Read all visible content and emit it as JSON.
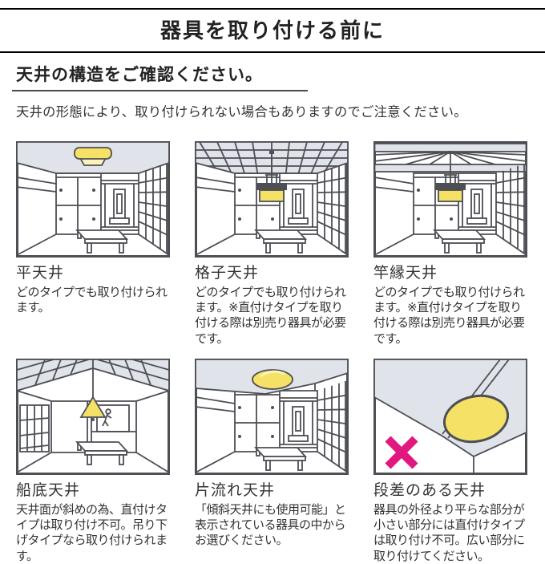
{
  "header": {
    "title": "器具を取り付ける前に"
  },
  "intro": {
    "subtitle": "天井の構造をご確認ください。",
    "note": "天井の形態により、取り付けられない場合もありますのでご注意ください。"
  },
  "panels": [
    {
      "id": "flat",
      "title": "平天井",
      "description": "どのタイプでも取り付けられます。"
    },
    {
      "id": "coffered",
      "title": "格子天井",
      "description": "どのタイプでも取り付けられます。※直付けタイプを取り付ける際は別売り器具が必要です。"
    },
    {
      "id": "saobuchi",
      "title": "竿縁天井",
      "description": "どのタイプでも取り付けられます。※直付けタイプを取り付ける際は別売り器具が必要です。"
    },
    {
      "id": "funazoko",
      "title": "船底天井",
      "description": "天井面が斜めの為、直付けタイプは取り付け不可。吊り下げタイプなら取り付けられます。"
    },
    {
      "id": "katanagare",
      "title": "片流れ天井",
      "description": "「傾斜天井にも使用可能」と表示されている器具の中からお選びください。"
    },
    {
      "id": "stepped",
      "title": "段差のある天井",
      "description": "器具の外径より平らな部分が小さい部分には直付けタイプは取り付け不可。広い部分に取り付けてください。"
    }
  ],
  "colors": {
    "line": "#4d4f55",
    "ceiling": "#e1e3ea",
    "light_yellow": "#f6e167",
    "pale_yellow": "#fcf3bb",
    "x_mark": "#e0187f",
    "text": "#333333",
    "border": "#000000"
  }
}
